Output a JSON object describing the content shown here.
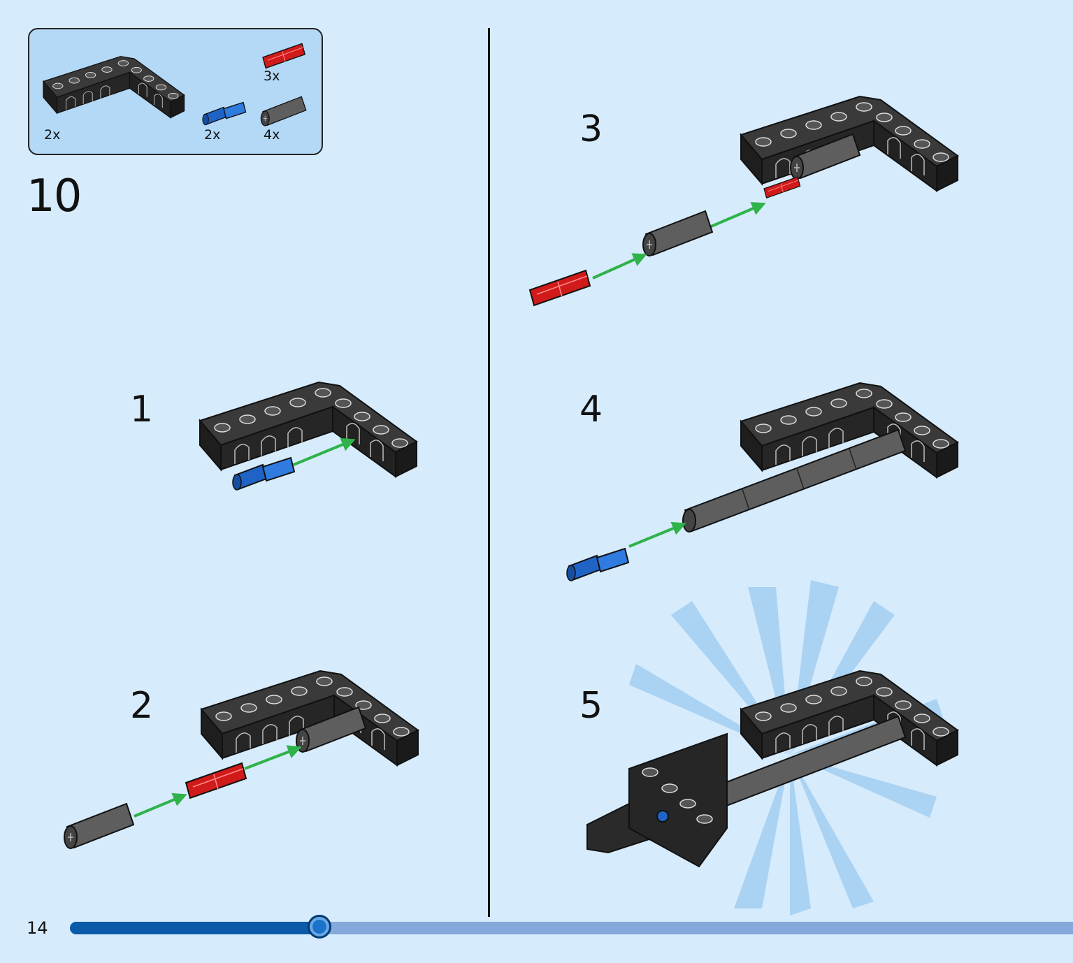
{
  "step_number": "10",
  "page_number": "14",
  "progress": 0.25,
  "parts": [
    {
      "name": "L-shaped beam (black)",
      "quantity": "2x",
      "icon": "l-beam-icon"
    },
    {
      "name": "Pin (blue)",
      "quantity": "2x",
      "icon": "blue-pin-icon"
    },
    {
      "name": "Axle connector (red)",
      "quantity": "3x",
      "icon": "red-axle-icon"
    },
    {
      "name": "Tube (gray)",
      "quantity": "4x",
      "icon": "gray-tube-icon"
    }
  ],
  "substeps": [
    {
      "number": "1"
    },
    {
      "number": "2"
    },
    {
      "number": "3"
    },
    {
      "number": "4"
    },
    {
      "number": "5"
    }
  ],
  "colors": {
    "background": "#d6ebfb",
    "parts_box": "#b4d9f7",
    "beam": "#2b2b2b",
    "pin_blue": "#1f63c6",
    "axle_red": "#d11a1a",
    "tube_gray": "#5e5e5e",
    "arrow_green": "#2fb24a",
    "progress_fill": "#0a5aa8",
    "progress_track": "#86a9dc"
  }
}
